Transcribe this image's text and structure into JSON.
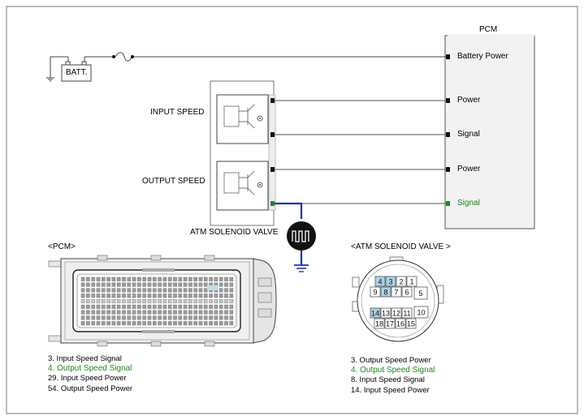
{
  "pcm": {
    "title": "PCM",
    "pins": {
      "battery_power": "Battery Power",
      "power_1": "Power",
      "signal_1": "Signal",
      "power_2": "Power",
      "signal_2": "Signal"
    }
  },
  "battery": {
    "label": "BATT."
  },
  "sensor": {
    "input_speed": "INPUT SPEED",
    "output_speed": "OUTPUT SPEED",
    "valve_label": "ATM SOLENOID VALVE"
  },
  "connectors": {
    "pcm_title": "<PCM>",
    "atm_title": "<ATM SOLENOID VALVE >",
    "atm_pins": [
      {
        "n": "4",
        "highlight": true
      },
      {
        "n": "3",
        "highlight": true
      },
      {
        "n": "2",
        "highlight": false
      },
      {
        "n": "1",
        "highlight": false
      },
      {
        "n": "9",
        "highlight": false
      },
      {
        "n": "8",
        "highlight": true
      },
      {
        "n": "7",
        "highlight": false
      },
      {
        "n": "6",
        "highlight": false
      },
      {
        "n": "5",
        "highlight": false
      },
      {
        "n": "14",
        "highlight": true
      },
      {
        "n": "13",
        "highlight": false
      },
      {
        "n": "12",
        "highlight": false
      },
      {
        "n": "11",
        "highlight": false
      },
      {
        "n": "10",
        "highlight": false
      },
      {
        "n": "18",
        "highlight": false
      },
      {
        "n": "17",
        "highlight": false
      },
      {
        "n": "16",
        "highlight": false
      },
      {
        "n": "15",
        "highlight": false
      }
    ]
  },
  "legend_pcm": [
    {
      "text": "3. Input Speed Signal",
      "highlight": false
    },
    {
      "text": "4. Output Speed Signal",
      "highlight": true
    },
    {
      "text": "29. Input Speed Power",
      "highlight": false
    },
    {
      "text": "54. Output Speed Power",
      "highlight": false
    }
  ],
  "legend_atm": [
    {
      "text": "3. Output Speed Power",
      "highlight": false
    },
    {
      "text": "4. Output Speed Signal",
      "highlight": true
    },
    {
      "text": "8. Input Speed Signal",
      "highlight": false
    },
    {
      "text": "14. Input Speed Power",
      "highlight": false
    }
  ],
  "colors": {
    "highlight_text": "#1e8a1e",
    "highlight_wire": "#1a2fd0",
    "pin_highlight": "#a9d3e3",
    "pcm_body": "#f2f2f2"
  }
}
